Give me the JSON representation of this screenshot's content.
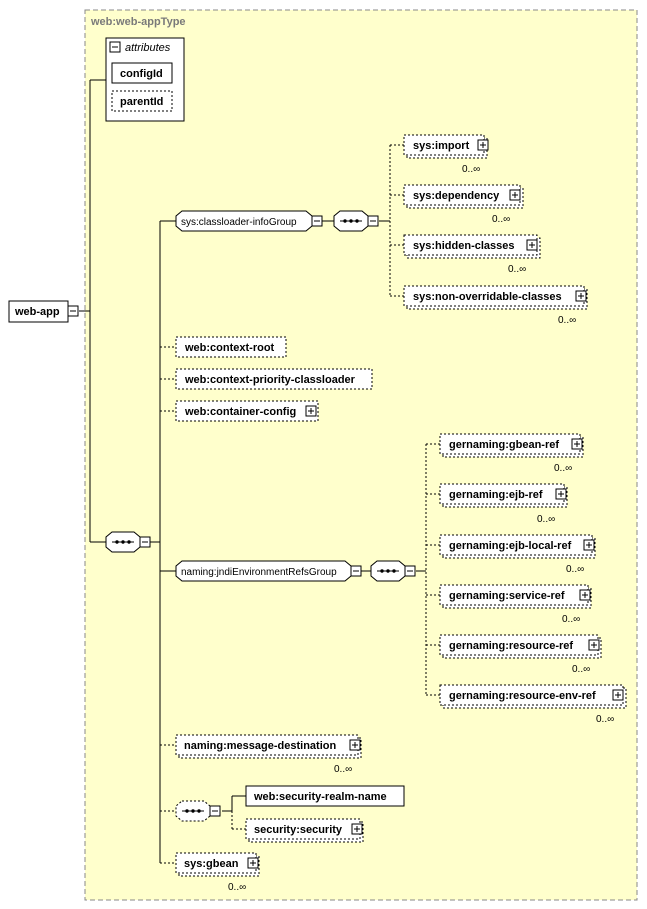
{
  "type_name": "web:web-appType",
  "root": {
    "label": "web-app"
  },
  "attributes": {
    "title": "attributes",
    "items": [
      {
        "name": "configId",
        "required": true
      },
      {
        "name": "parentId",
        "required": false
      }
    ]
  },
  "classloader_group": {
    "label": "sys:classloader-infoGroup",
    "children": [
      {
        "label": "sys:import",
        "occ": "0..∞"
      },
      {
        "label": "sys:dependency",
        "occ": "0..∞"
      },
      {
        "label": "sys:hidden-classes",
        "occ": "0..∞"
      },
      {
        "label": "sys:non-overridable-classes",
        "occ": "0..∞"
      }
    ]
  },
  "elements": {
    "context_root": {
      "label": "web:context-root"
    },
    "context_priority": {
      "label": "web:context-priority-classloader"
    },
    "container_config": {
      "label": "web:container-config"
    }
  },
  "jndi_group": {
    "label": "naming:jndiEnvironmentRefsGroup",
    "children": [
      {
        "label": "gernaming:gbean-ref",
        "occ": "0..∞"
      },
      {
        "label": "gernaming:ejb-ref",
        "occ": "0..∞"
      },
      {
        "label": "gernaming:ejb-local-ref",
        "occ": "0..∞"
      },
      {
        "label": "gernaming:service-ref",
        "occ": "0..∞"
      },
      {
        "label": "gernaming:resource-ref",
        "occ": "0..∞"
      },
      {
        "label": "gernaming:resource-env-ref",
        "occ": "0..∞"
      }
    ]
  },
  "message_destination": {
    "label": "naming:message-destination",
    "occ": "0..∞"
  },
  "security_group": {
    "children": [
      {
        "label": "web:security-realm-name"
      },
      {
        "label": "security:security"
      }
    ]
  },
  "gbean": {
    "label": "sys:gbean",
    "occ": "0..∞"
  }
}
